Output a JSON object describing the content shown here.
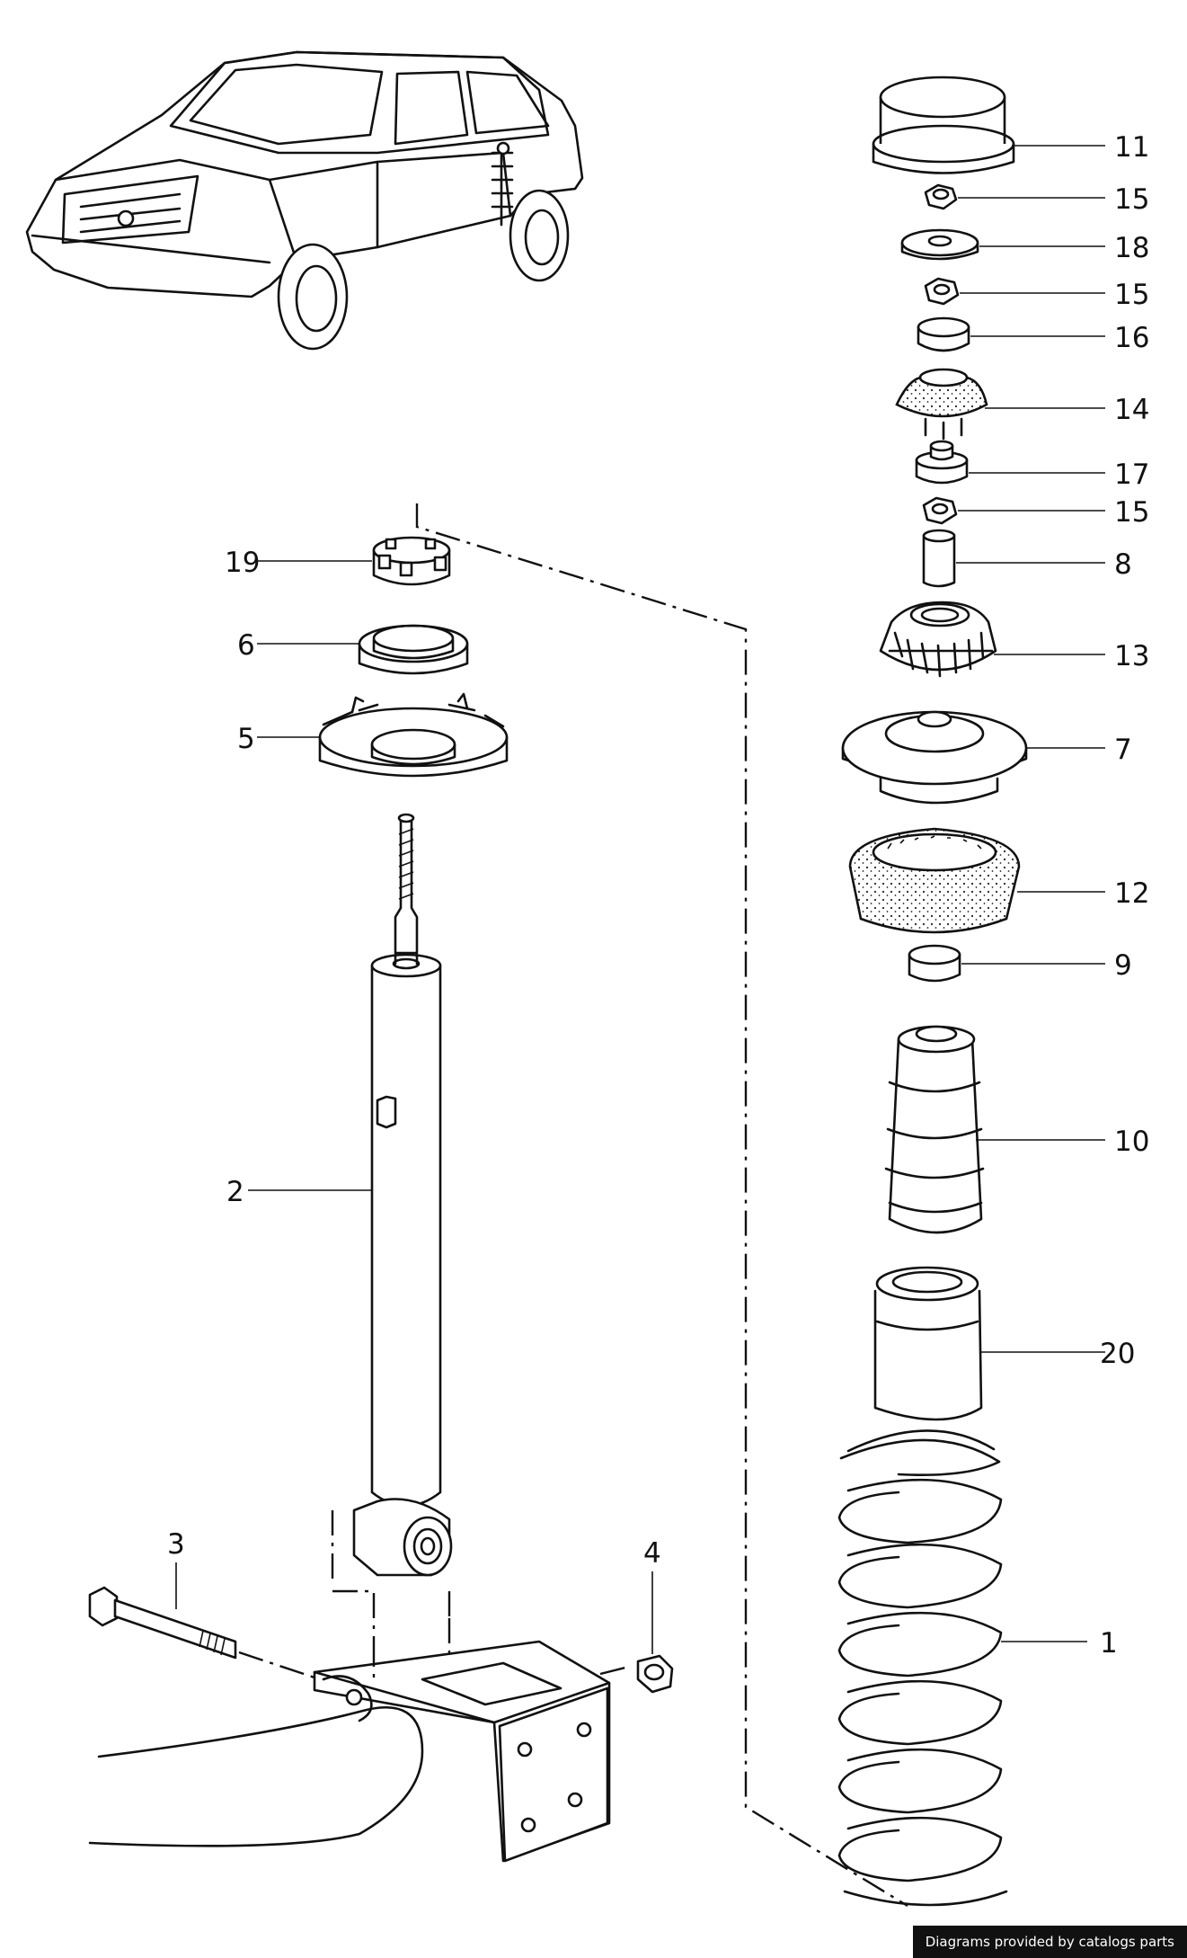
{
  "callouts": {
    "c1": "1",
    "c2": "2",
    "c3": "3",
    "c4": "4",
    "c5": "5",
    "c6": "6",
    "c7": "7",
    "c8": "8",
    "c9": "9",
    "c10": "10",
    "c11": "11",
    "c12": "12",
    "c13": "13",
    "c14": "14",
    "c15a": "15",
    "c15b": "15",
    "c15c": "15",
    "c16": "16",
    "c17": "17",
    "c18": "18",
    "c19": "19",
    "c20": "20"
  },
  "footer": "Diagrams provided by catalogs parts"
}
